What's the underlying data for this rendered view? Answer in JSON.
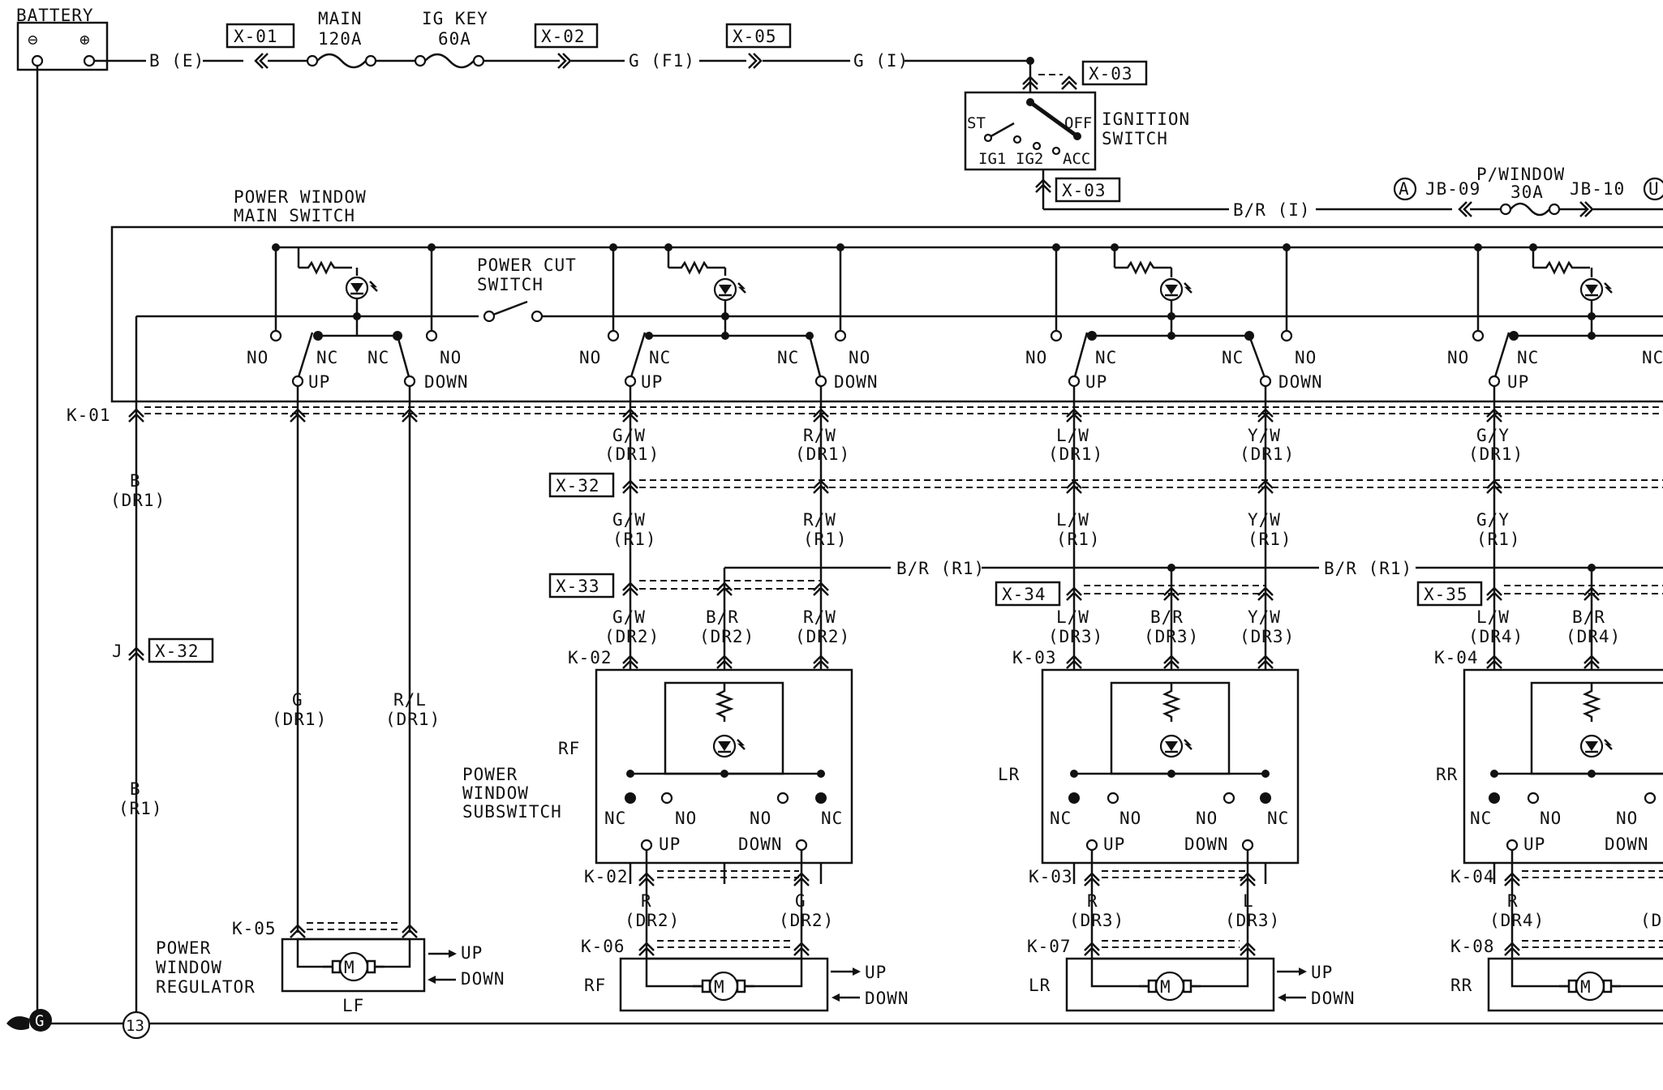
{
  "top": {
    "battery": "BATTERY",
    "minus": "⊖",
    "plus": "⊕",
    "be": "B (E)",
    "x01": "X-01",
    "main1": "MAIN",
    "main2": "120A",
    "ig1": "IG KEY",
    "ig2": "60A",
    "x02": "X-02",
    "gf1": "G (F1)",
    "x05": "X-05",
    "gi": "G (I)",
    "x03a": "X-03",
    "x03b": "X-03",
    "ign1": "IGNITION",
    "ign2": "SWITCH",
    "st": "ST",
    "off": "OFF",
    "ig1s": "IG1",
    "ig2s": "IG2",
    "acc": "ACC",
    "pw1": "P/WINDOW",
    "pw2": "30A",
    "circA": "A",
    "jb09": "JB-09",
    "jb10": "JB-10",
    "circU": "U",
    "bri": "B/R (I)"
  },
  "main_switch": {
    "title1": "POWER WINDOW",
    "title2": "MAIN SWITCH",
    "pcs1": "POWER CUT",
    "pcs2": "SWITCH",
    "no": "NO",
    "nc": "NC",
    "up": "UP",
    "down": "DOWN",
    "k01": "K-01"
  },
  "wires": {
    "b": "B",
    "dr1": "(DR1)",
    "r1": "(R1)",
    "j": "J",
    "x32": "X-32",
    "g": "G",
    "rl": "R/L",
    "gw": "G/W",
    "rw": "R/W",
    "lw": "L/W",
    "yw": "Y/W",
    "gy": "G/Y",
    "br": "B/R",
    "dr2": "(DR2)",
    "dr3": "(DR3)",
    "dr4": "(DR4)",
    "r": "R",
    "l": "L",
    "dpart": "(D",
    "br_r1": "B/R (R1)",
    "x32b": "X-32",
    "x33": "X-33",
    "x34": "X-34",
    "x35": "X-35"
  },
  "subswitch": {
    "title1": "POWER",
    "title2": "WINDOW",
    "title3": "SUBSWITCH",
    "rf": "RF",
    "lr": "LR",
    "rr": "RR",
    "k02": "K-02",
    "k03": "K-03",
    "k04": "K-04",
    "no": "NO",
    "nc": "NC",
    "up": "UP",
    "down": "DOWN"
  },
  "motors": {
    "reg1": "POWER",
    "reg2": "WINDOW",
    "reg3": "REGULATOR",
    "lf": "LF",
    "rf": "RF",
    "lr": "LR",
    "rr": "RR",
    "k05": "K-05",
    "k06": "K-06",
    "k07": "K-07",
    "k08": "K-08",
    "m": "M",
    "up": "UP",
    "down": "DOWN",
    "ground": "G",
    "conn13": "13"
  }
}
